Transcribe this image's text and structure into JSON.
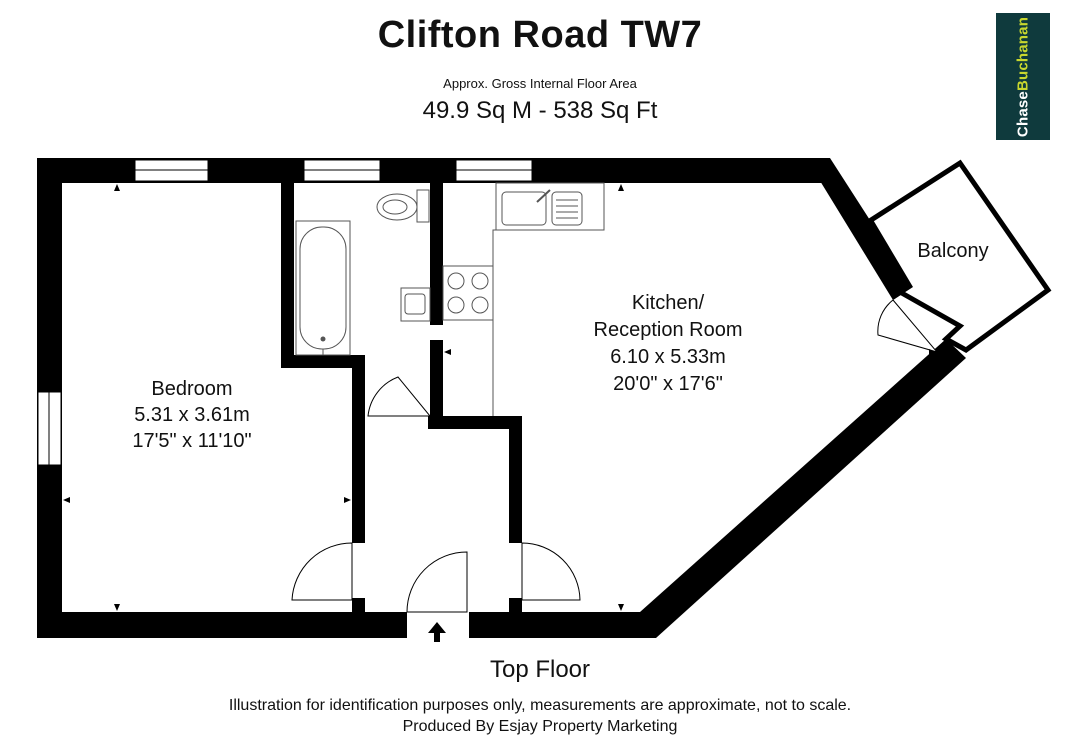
{
  "header": {
    "title": "Clifton Road TW7",
    "area_label": "Approx. Gross Internal Floor Area",
    "area_value": "49.9 Sq M - 538 Sq Ft"
  },
  "logo": {
    "part1": "Chase",
    "part2": "Buchanan",
    "bg_color": "#0f3a3d",
    "accent_color": "#c8d72e"
  },
  "rooms": {
    "bedroom": {
      "name": "Bedroom",
      "metric": "5.31 x 3.61m",
      "imperial": "17'5\" x 11'10\""
    },
    "kitchen": {
      "name_line1": "Kitchen/",
      "name_line2": "Reception Room",
      "metric": "6.10 x 5.33m",
      "imperial": "20'0\" x 17'6\""
    },
    "balcony": {
      "name": "Balcony"
    }
  },
  "footer": {
    "floor": "Top Floor",
    "disclaimer_line1": "Illustration for identification purposes only, measurements are approximate, not to scale.",
    "disclaimer_line2": "Produced By Esjay Property Marketing"
  },
  "colors": {
    "wall": "#000000",
    "fixture_fill": "#e6e6e6",
    "fixture_stroke": "#555555"
  },
  "icons": [
    "entrance-arrow-icon",
    "bath-icon",
    "toilet-icon",
    "sink-icon",
    "hob-icon",
    "dimension-marker-icon"
  ]
}
